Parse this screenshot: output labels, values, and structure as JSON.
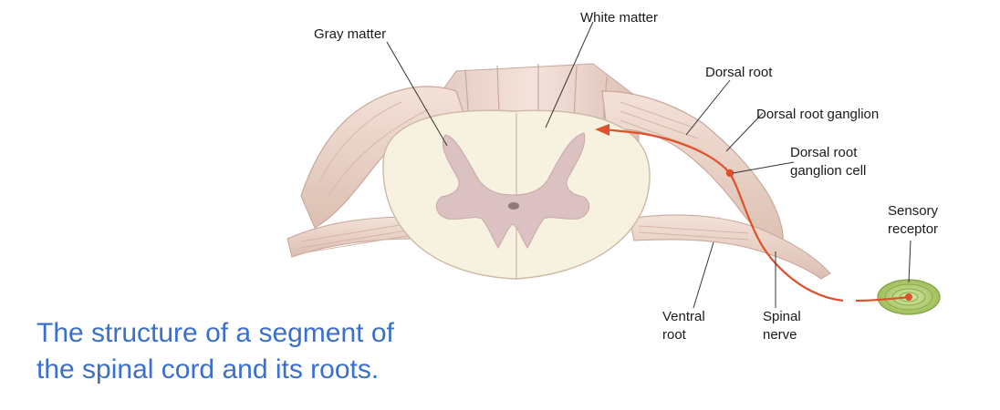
{
  "labels": {
    "white_matter": "White matter",
    "gray_matter": "Gray matter",
    "dorsal_root": "Dorsal root",
    "dorsal_root_ganglion": "Dorsal root ganglion",
    "dorsal_root_ganglion_cell_1": "Dorsal root",
    "dorsal_root_ganglion_cell_2": "ganglion cell",
    "sensory_receptor_1": "Sensory",
    "sensory_receptor_2": "receptor",
    "ventral_root_1": "Ventral",
    "ventral_root_2": "root",
    "spinal_nerve_1": "Spinal",
    "spinal_nerve_2": "nerve"
  },
  "caption": {
    "line1": "The structure of a segment of",
    "line2": "the spinal cord and its roots."
  },
  "colors": {
    "caption": "#3a6fd0",
    "white_matter": "#f7f2df",
    "gray_matter": "#dcc1c3",
    "roots": "#ecd3c8",
    "nerve_fiber": "#e0502a",
    "receptor": "#b9d47a"
  }
}
